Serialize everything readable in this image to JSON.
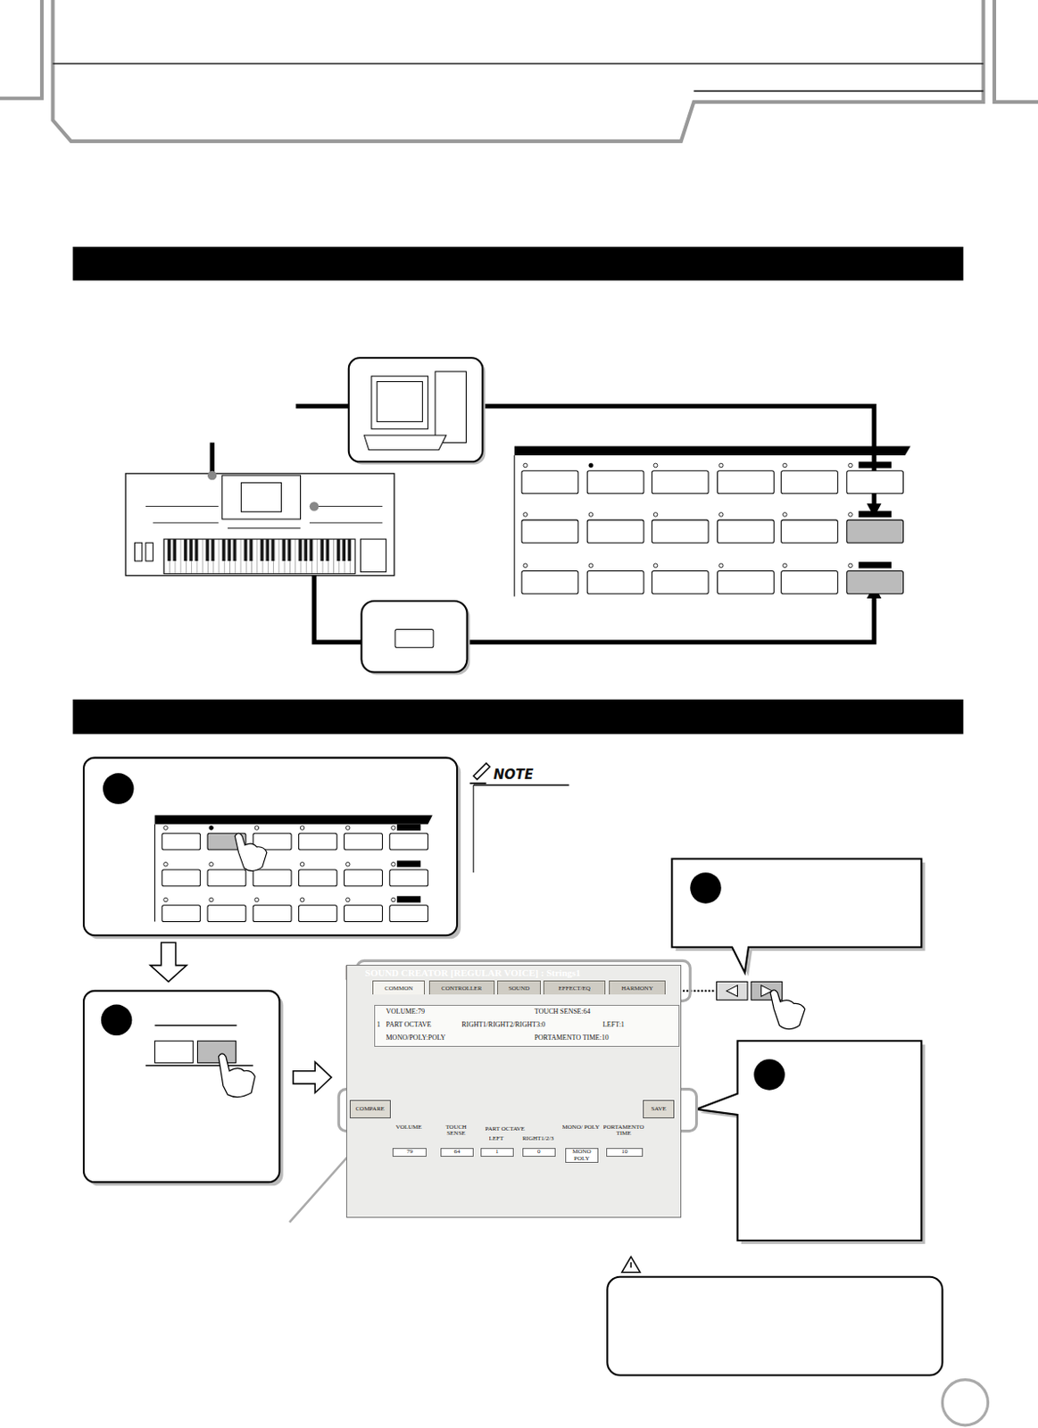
{
  "diagram": {
    "nodes": [
      {
        "text": [
          "SOUND CREATOR [REGULAR VOICE] : Strings1",
          "PART OCTAVE"
        ]
      },
      {
        "text": [
          "COMMON"
        ],
        "in": 0
      },
      {
        "text": [
          "CONTROLLER"
        ],
        "in": 0
      },
      {
        "text": [
          "SOUND"
        ],
        "in": 0
      },
      {
        "text": [
          "EFFECT/EQ"
        ],
        "in": 0
      },
      {
        "text": [
          "HARMONY"
        ],
        "in": 0
      },
      {
        "text": [
          "1",
          "VOLUME:79",
          "TOUCH SENSE:64",
          "PART OCTAVE",
          "RIGHT1/RIGHT2/RIGHT3:0",
          "LEFT:1",
          "MONO/POLY:POLY",
          "PORTAMENTO TIME:10"
        ],
        "in": 0
      },
      {
        "text": [
          "COMPARE"
        ],
        "in": 0
      },
      {
        "text": [
          "SAVE"
        ],
        "in": 0
      },
      {
        "text": [
          "VOLUME",
          "79"
        ],
        "in": 0
      },
      {
        "text": [
          "TOUCH SENSE",
          "64"
        ],
        "in": 0
      },
      {
        "text": [
          "LEFT",
          "1"
        ],
        "in": 0
      },
      {
        "text": [
          "RIGHT1/2/3",
          "0"
        ],
        "in": 0
      },
      {
        "text": [
          "MONO/ POLY",
          "MONO POLY"
        ],
        "in": 0
      },
      {
        "text": [
          "PORTAMENTO TIME",
          "10"
        ],
        "in": 0
      }
    ],
    "labels": [
      "NOTE"
    ]
  }
}
